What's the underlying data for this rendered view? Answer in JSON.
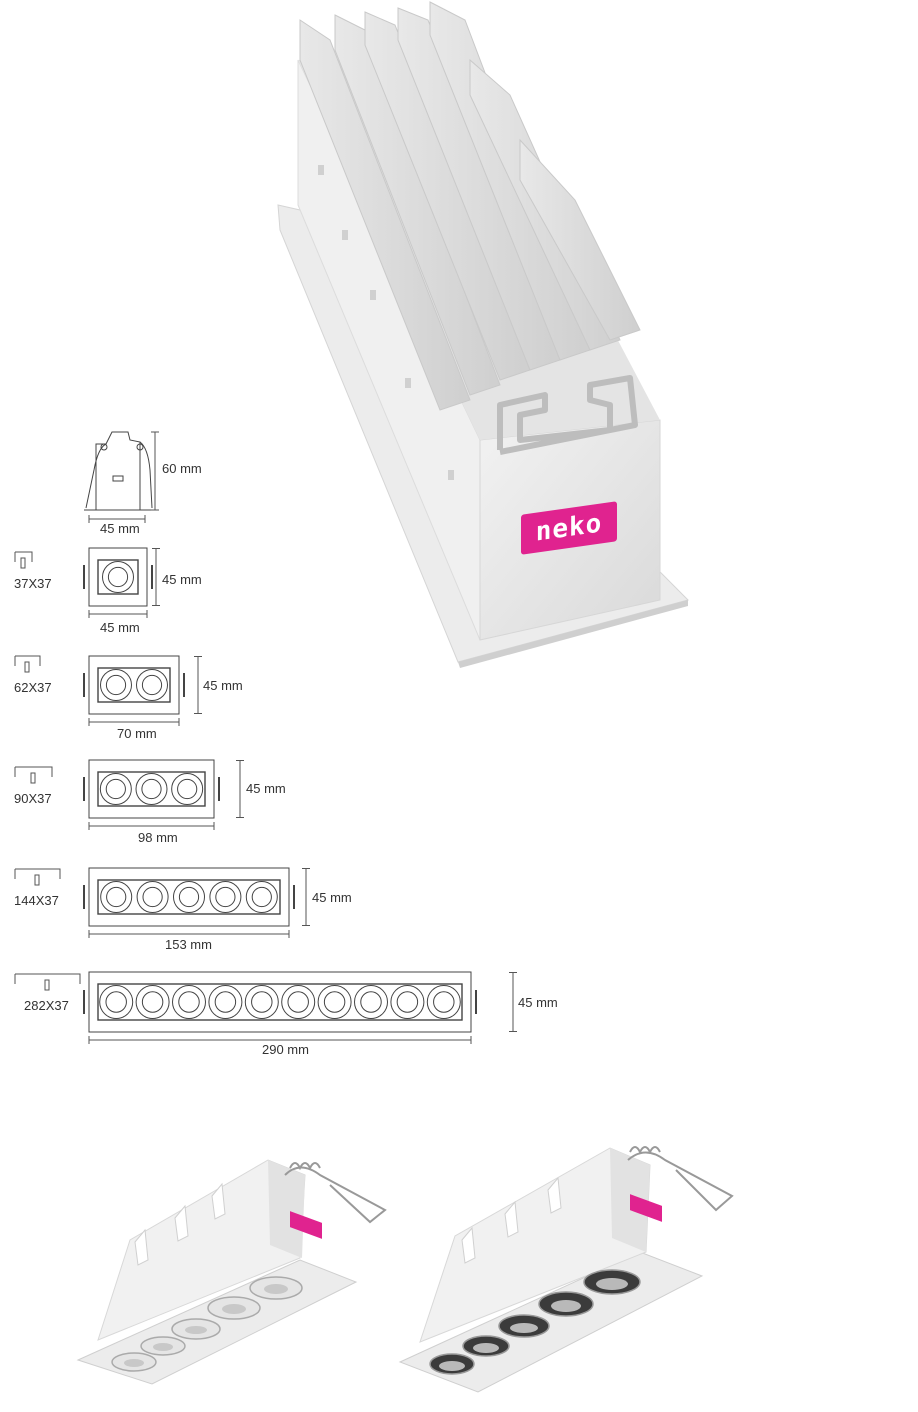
{
  "brand": {
    "name": "neko",
    "color": "#e0238f"
  },
  "profile_diagram": {
    "height_label": "60 mm",
    "width_label": "45 mm"
  },
  "variants": [
    {
      "code": "37X37",
      "width_label": "45 mm",
      "height_label": "45 mm",
      "lenses": 1
    },
    {
      "code": "62X37",
      "width_label": "70 mm",
      "height_label": "45 mm",
      "lenses": 2
    },
    {
      "code": "90X37",
      "width_label": "98 mm",
      "height_label": "45 mm",
      "lenses": 3
    },
    {
      "code": "144X37",
      "width_label": "153 mm",
      "height_label": "45 mm",
      "lenses": 5
    },
    {
      "code": "282X37",
      "width_label": "290 mm",
      "height_label": "45 mm",
      "lenses": 10
    }
  ],
  "icons": {
    "hero": "recessed-linear-light-product-render",
    "bottom_left": "reflector-version-render",
    "bottom_right": "black-cup-version-render",
    "cutout": "cutout-bracket-icon"
  }
}
